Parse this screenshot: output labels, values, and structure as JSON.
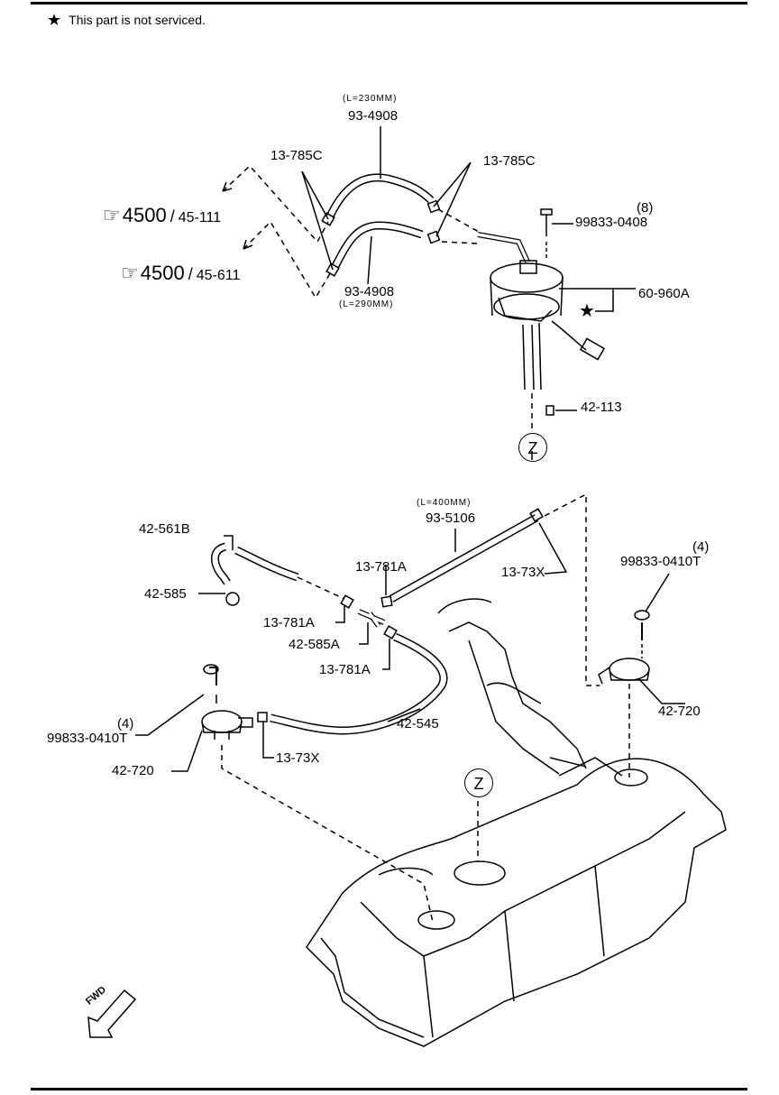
{
  "note": {
    "star": "★",
    "text": "This part is not serviced."
  },
  "refs": [
    {
      "hand": "☞",
      "big": "4500",
      "slash": "/",
      "small": "45-111"
    },
    {
      "hand": "☞",
      "big": "4500",
      "slash": "/",
      "small": "45-611"
    }
  ],
  "labels": {
    "len_230": "(L=230MM)",
    "hose_upper": "93-4908",
    "clamp_upper_left": "13-785C",
    "clamp_upper_right": "13-785C",
    "hose_lower": "93-4908",
    "len_290": "(L=290MM)",
    "screw_qty_8": "(8)",
    "screw_top": "99833-0408",
    "pump_unit": "60-960A",
    "plug": "42-113",
    "len_400": "(L=400MM)",
    "hose_long": "93-5106",
    "clamp_73x_top": "13-73X",
    "clamp_781a_top": "13-781A",
    "hose_561b": "42-561B",
    "clip_585": "42-585",
    "clamp_781a_mid": "13-781A",
    "joint_585a": "42-585A",
    "clamp_781a_low": "13-781A",
    "hose_545": "42-545",
    "screw_qty_4_right": "(4)",
    "screw_right": "99833-0410T",
    "valve_right": "42-720",
    "screw_qty_4_left": "(4)",
    "screw_left": "99833-0410T",
    "clamp_73x_low": "13-73X",
    "valve_left": "42-720"
  },
  "markers": {
    "z_top": "Z",
    "z_tank": "Z",
    "star": "★",
    "fwd": "FWD"
  }
}
